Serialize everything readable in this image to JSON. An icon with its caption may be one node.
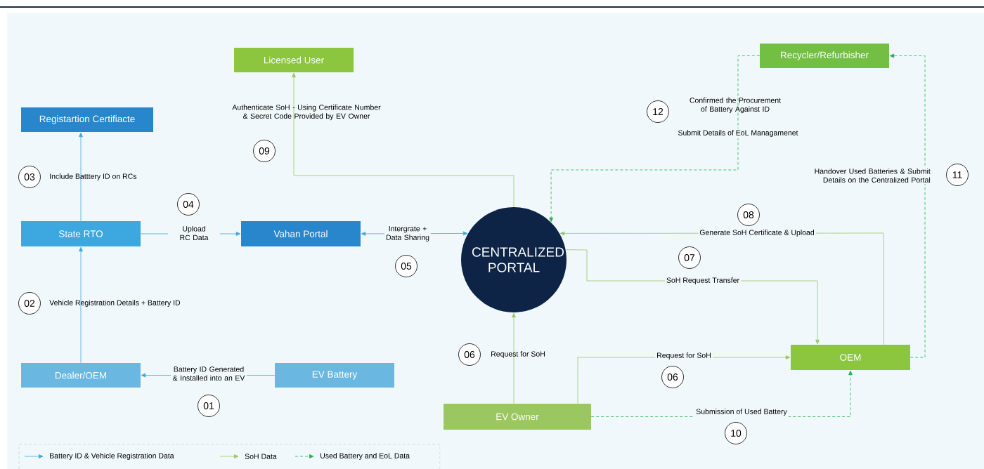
{
  "diagram": {
    "nodes": [
      {
        "text": [
          "Licensed User"
        ]
      },
      {
        "text": [
          "Recycler/Refurbisher"
        ]
      },
      {
        "text": [
          "Registartion Certifiacte"
        ]
      },
      {
        "text": [
          "State RTO"
        ]
      },
      {
        "text": [
          "Vahan Portal"
        ]
      },
      {
        "text": [
          "CENTRALIZED PORTAL"
        ]
      },
      {
        "text": [
          "Dealer/OEM"
        ]
      },
      {
        "text": [
          "EV Battery"
        ]
      },
      {
        "text": [
          "OEM"
        ]
      },
      {
        "text": [
          "EV Owner"
        ]
      }
    ],
    "edges": [
      {
        "from": 7,
        "to": 6,
        "arrow": "to",
        "label": "Battery ID Generated & Installed into an EV",
        "color": "#3ca8df"
      },
      {
        "from": 6,
        "to": 3,
        "arrow": "to",
        "label": "Vehicle Registration Details + Battery ID",
        "color": "#3ca8df"
      },
      {
        "from": 3,
        "to": 2,
        "arrow": "to",
        "label": "Include Batttery ID on RCs",
        "color": "#3ca8df"
      },
      {
        "from": 3,
        "to": 4,
        "arrow": "to",
        "label": "Upload RC Data",
        "color": "#3ca8df"
      },
      {
        "from": 4,
        "to": 5,
        "arrow": "both",
        "label": "Intergrate + Data Sharing",
        "color": "#3ca8df"
      },
      {
        "from": 9,
        "to": 5,
        "arrow": "to",
        "label": "Request for SoH",
        "color": "#9bc761"
      },
      {
        "from": 9,
        "to": 8,
        "arrow": "to",
        "label": "Request for SoH",
        "color": "#9bc761"
      },
      {
        "from": 5,
        "to": 8,
        "arrow": "to",
        "label": "SoH Request Transfer",
        "color": "#9bc761"
      },
      {
        "from": 8,
        "to": 5,
        "arrow": "to",
        "label": "Generate SoH Certificate & Upload",
        "color": "#9bc761"
      },
      {
        "from": 5,
        "to": 0,
        "arrow": "to",
        "label": "Authenticate SoH - Using Certificate Number & Secret Code Provided by EV Owner",
        "color": "#9bc761"
      },
      {
        "from": 9,
        "to": 8,
        "arrow": "to",
        "label": "Submission of Used Battery",
        "style": "dashed",
        "color": "#22b14c"
      },
      {
        "from": 8,
        "to": 1,
        "arrow": "to",
        "label": "Handover Used Batteries & Submit Details on the Centralized Portal",
        "style": "dashed",
        "color": "#22b14c"
      },
      {
        "from": 1,
        "to": 5,
        "arrow": "to",
        "label": "Confirmed the Procurement of Battery Against ID",
        "style": "dashed",
        "color": "#22b14c"
      }
    ],
    "labels": [
      "12",
      "Submit Details of EoL Managamenet",
      "09",
      "11",
      "03",
      "04",
      "08",
      "07",
      "05",
      "02",
      "06",
      "06",
      "01",
      "10"
    ],
    "legend": [
      {
        "text": "Battery ID & Vehicle Registration Data"
      },
      {
        "text": "SoH Data"
      },
      {
        "text": "Used Battery and EoL Data"
      }
    ]
  }
}
